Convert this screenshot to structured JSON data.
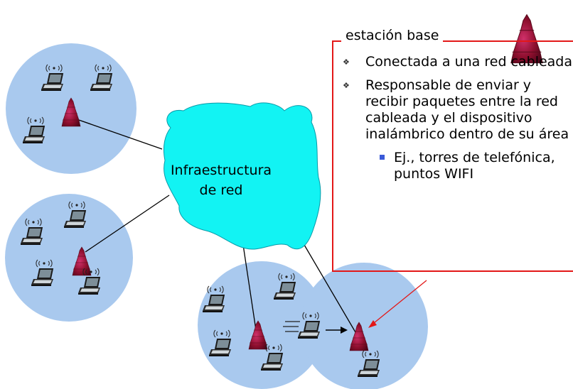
{
  "cloud_label": "Infraestructura de red",
  "callout": {
    "title": "estación base",
    "bullets": [
      "Conectada a una red cableada",
      "Responsable de enviar y recibir paquetes entre la red cableada y el dispositivo inalámbrico dentro de su área"
    ],
    "sub_bullet": "Ej., torres de telefónica, puntos WIFI"
  },
  "colors": {
    "cell": "#a9c9ee",
    "cloud": "#12f3f3",
    "tower": "#8e0f2e",
    "callout": "#e31818",
    "arrow": "#e31818",
    "bullet_square": "#3a5ad8"
  },
  "icons": {
    "base_station": "base-station-tower-icon",
    "laptop": "laptop-icon",
    "wifi": "wifi-signal-icon",
    "motion": "motion-lines-icon"
  }
}
